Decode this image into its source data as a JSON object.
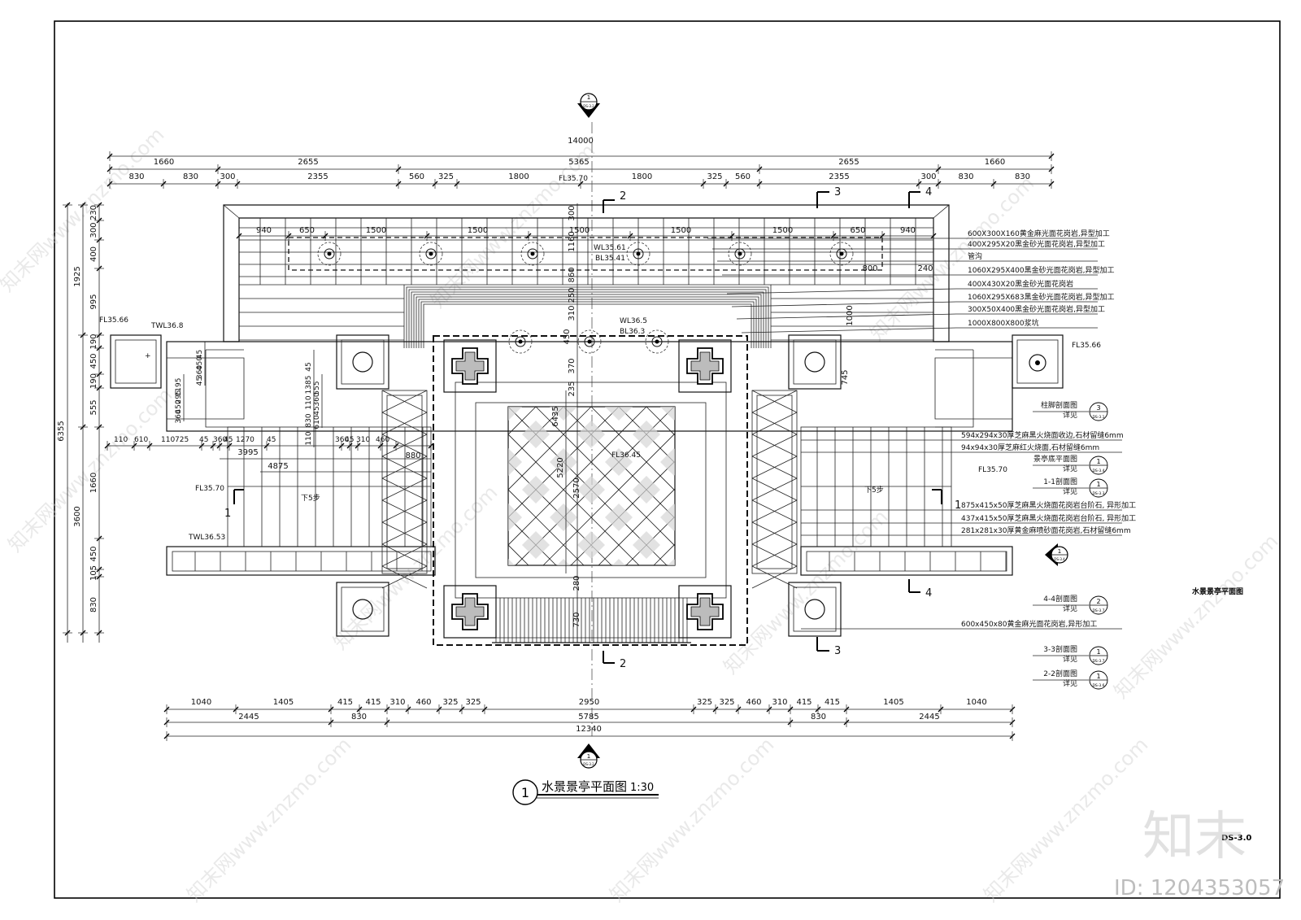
{
  "drawing": {
    "title": "水景景亭平面图",
    "scale": "1:30",
    "title_number": "1",
    "side_title": "水景景亭平面图",
    "sheet_number": "DS-3.0",
    "watermark_id": "ID: 1204353057",
    "watermark_brand": "知末"
  },
  "top_dims": {
    "overall": "14000",
    "row2": [
      "1660",
      "2655",
      "5365",
      "2655",
      "1660"
    ],
    "row3": [
      "830",
      "830",
      "300",
      "2355",
      "560",
      "325",
      "1800",
      "1800",
      "325",
      "560",
      "2355",
      "300",
      "830",
      "830"
    ]
  },
  "bottom_dims": {
    "overall": "12340",
    "row2": [
      "2445",
      "830",
      "5785",
      "830",
      "2445"
    ],
    "row1": [
      "1040",
      "1405",
      "415",
      "415",
      "310",
      "460",
      "325",
      "325",
      "2950",
      "325",
      "325",
      "460",
      "310",
      "415",
      "415",
      "1405",
      "1040"
    ]
  },
  "left_dims": {
    "overall": "6355",
    "segments": [
      "1925",
      "3600"
    ],
    "row": [
      "230",
      "300",
      "400",
      "995",
      "190",
      "450",
      "190",
      "555",
      "1660",
      "450",
      "105",
      "830"
    ],
    "inner": [
      "45",
      "450",
      "360",
      "45",
      "1195",
      "295",
      "450",
      "360",
      "45",
      "1385",
      "110",
      "830",
      "110",
      "555",
      "360",
      "45",
      "610"
    ]
  },
  "mid_dims": [
    "110",
    "610",
    "110",
    "725",
    "45",
    "360",
    "45",
    "1270",
    "45",
    "360",
    "45",
    "310",
    "460",
    "3995",
    "4875",
    "880"
  ],
  "row_dims": [
    "940",
    "650",
    "1500",
    "1500",
    "1500",
    "1500",
    "1500",
    "650",
    "940"
  ],
  "center_dims": [
    "300",
    "1160",
    "860",
    "250",
    "310",
    "450",
    "370",
    "235",
    "6435",
    "5220",
    "2570",
    "280",
    "730",
    "800",
    "240",
    "1000",
    "745"
  ],
  "levels": {
    "fl_top": "FL35.70",
    "wl_top": "WL35.61",
    "bl_top": "BL35.41",
    "wl_mid": "WL36.5",
    "bl_mid": "BL36.3",
    "fl_left": "FL35.66",
    "twl_left": "TWL36.8",
    "fl_right": "FL35.66",
    "fl_center": "FL36.45",
    "fl_left_low": "FL35.70",
    "fl_right_low": "FL35.70",
    "twl_left_low": "TWL36.53"
  },
  "steps": [
    "下5步",
    "下5步"
  ],
  "section_marks": [
    "1",
    "1",
    "2",
    "2",
    "3",
    "3",
    "4",
    "4"
  ],
  "callouts_upper": [
    "600X300X160黄金麻光面花岗岩,异型加工",
    "400X295X20黑金砂光面花岗岩,异型加工",
    "管沟",
    "1060X295X400黑金砂光面花岗岩,异型加工",
    "400X430X20黑金砂光面花岗岩",
    "1060X295X683黑金砂光面花岗岩,异型加工",
    "300X50X400黑金砂光面花岗岩,异型加工",
    "1000X800X800浆坑"
  ],
  "callouts_lower": [
    "594x294x30厚芝麻黑火烧面收边,石材留缝6mm",
    "94x94x30厚芝麻红火烧面,石材留缝6mm",
    "875x415x50厚芝麻黑火烧面花岗岩台阶石, 异形加工",
    "437x415x50厚芝麻黑火烧面花岗岩台阶石, 异形加工",
    "281x281x30厚黄金麻喷砂面花岗岩,石材留缝6mm",
    "600x450x80黄金麻光面花岗岩,异形加工"
  ],
  "detail_refs": [
    {
      "label": "柱脚剖面图",
      "note": "详见",
      "num": "3",
      "sheet": "DS-3.1"
    },
    {
      "label": "景亭底平面图",
      "note": "详见",
      "num": "1",
      "sheet": "DS-3.4"
    },
    {
      "label": "1-1剖面图",
      "note": "详见",
      "num": "1",
      "sheet": "DS-3.3"
    },
    {
      "label": "4-4剖面图",
      "note": "详见",
      "num": "2",
      "sheet": "DS-3.7"
    },
    {
      "label": "3-3剖面图",
      "note": "详见",
      "num": "1",
      "sheet": "DS-3.7"
    },
    {
      "label": "2-2剖面图",
      "note": "详见",
      "num": "1",
      "sheet": "DS-3.6"
    }
  ],
  "elevation_marks": [
    {
      "num": "1",
      "sheet": "DS-3.2"
    },
    {
      "num": "1",
      "sheet": "DS-3.2"
    },
    {
      "num": "1",
      "sheet": "DS-3.4"
    }
  ]
}
